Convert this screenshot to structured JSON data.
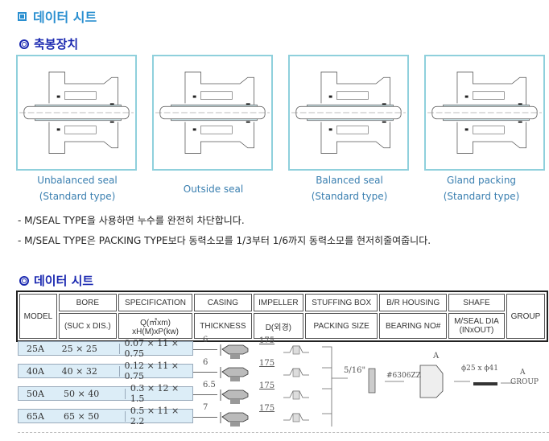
{
  "header": {
    "title": "데이터 시트"
  },
  "section1": {
    "title": "축봉장치",
    "seals": [
      {
        "caption": "Unbalanced seal",
        "sub": "(Standard type)"
      },
      {
        "caption": "Outside seal"
      },
      {
        "caption": "Balanced seal",
        "sub": "(Standard type)"
      },
      {
        "caption": "Gland packing",
        "sub": "(Standard type)"
      }
    ],
    "notes": [
      "- M/SEAL TYPE을 사용하면 누수를 완전히 차단합니다.",
      "- M/SEAL TYPE은 PACKING TYPE보다 동력소모를 1/3부터 1/6까지 동력소모를 현저히줄여줍니다."
    ]
  },
  "section2": {
    "title": "데이터 시트",
    "headers": {
      "model": "MODEL",
      "bore": "BORE",
      "bore2": "(SUC x DIS.)",
      "spec": "SPECIFICATION",
      "spec2a": "Q(㎥xm)",
      "spec2b": "xH(M)xP(kw)",
      "casing": "CASING",
      "casing2": "THICKNESS",
      "impeller": "IMPELLER",
      "impeller2": "D(외경)",
      "stuffing": "STUFFING BOX",
      "stuffing2": "PACKING SIZE",
      "housing": "B/R HOUSING",
      "housing2": "BEARING NO#",
      "shafe": "SHAFE",
      "shafe2a": "M/SEAL DIA",
      "shafe2b": "(INxOUT)",
      "group": "GROUP"
    },
    "rows": [
      {
        "model": "25A",
        "bore": "25 × 25",
        "spec": "0.07 × 11 × 0.75",
        "thickness": "6",
        "impeller": "175"
      },
      {
        "model": "40A",
        "bore": "40 × 32",
        "spec": "0.12 × 11 × 0.75",
        "thickness": "6",
        "impeller": "175"
      },
      {
        "model": "50A",
        "bore": "50 × 40",
        "spec": "0.3  × 12 × 1.5",
        "thickness": "6.5",
        "impeller": "175"
      },
      {
        "model": "65A",
        "bore": "65 × 50",
        "spec": "0.5  × 11 × 2.2",
        "thickness": "7",
        "impeller": "175"
      }
    ],
    "packing_size": "5/16\"",
    "bearing": "#6306ZZ",
    "housing_label": "A",
    "shaft_dia": "ϕ25 x ϕ41",
    "group_a": "A",
    "group_b": "GROUP"
  }
}
